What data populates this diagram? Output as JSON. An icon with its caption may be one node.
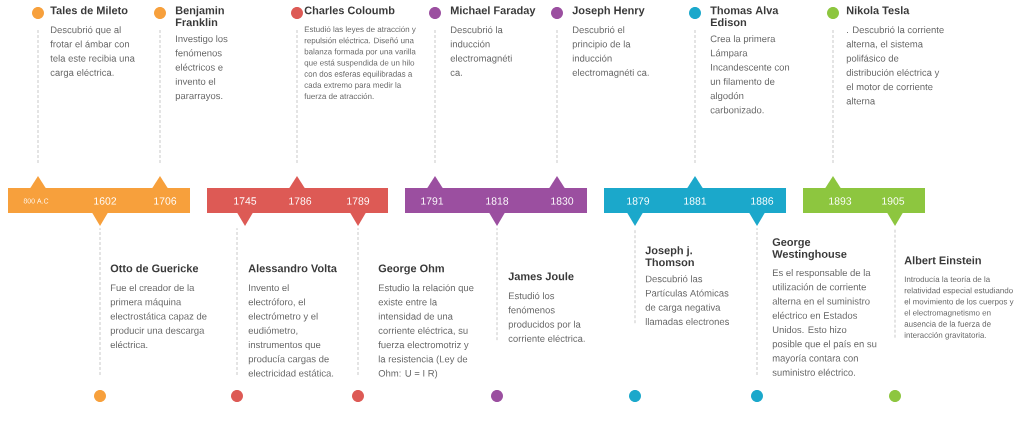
{
  "diagram": {
    "nodes": [
      {
        "text": [
          "Tales de Mileto",
          "Descubrió que al frotar el ámbar con tela este recibia una carga eléctrica."
        ]
      },
      {
        "text": [
          "Benjamin Franklin",
          "Investigo los fenómenos eléctricos e invento el pararrayos."
        ]
      },
      {
        "text": [
          "Charles Coloumb",
          "Estudió las leyes de atracción y repulsión eléctrica. Diseñó una balanza formada por una varilla que está suspendida de un hilo con dos esferas equilibradas a cada extremo para medir la fuerza de atracción."
        ]
      },
      {
        "text": [
          "Michael Faraday",
          "Descubrió la inducción electromagnéti ca."
        ]
      },
      {
        "text": [
          "Joseph Henry",
          "Descubrió el principio de la inducción electromagnéti ca."
        ]
      },
      {
        "text": [
          "Thomas Alva Edison",
          "Crea la primera Lámpara Incandescente con un filamento de algodón carbonizado."
        ]
      },
      {
        "text": [
          "Nikola Tesla",
          ". Descubrió la corriente alterna, el sistema polifásico de distribución eléctrica y el motor de corriente alterna"
        ]
      },
      {
        "text": [
          "800 A.C",
          "1602",
          "1706"
        ]
      },
      {
        "text": [
          "1745",
          "1786",
          "1789"
        ]
      },
      {
        "text": [
          "1791",
          "1818",
          "1830"
        ]
      },
      {
        "text": [
          "1879",
          "1881",
          "1886"
        ]
      },
      {
        "text": [
          "1893",
          "1905"
        ]
      },
      {
        "text": [
          "Otto de Guericke",
          "Fue el creador de la primera máquina electrostática capaz de producir una descarga eléctrica."
        ]
      },
      {
        "text": [
          "Alessandro Volta",
          "Invento el electróforo, el electrómetro y el eudiómetro, instrumentos que producía cargas de electricidad estática."
        ]
      },
      {
        "text": [
          "George Ohm",
          "Estudio la relación que existe entre la intensidad de una corriente eléctrica, su fuerza electromotriz y la resistencia (Ley de Ohm: U = I R)"
        ]
      },
      {
        "text": [
          "James Joule",
          "Estudió los fenómenos producidos por la corriente eléctrica."
        ]
      },
      {
        "text": [
          "Joseph j. Thomson",
          "Descubrió las Partículas Atómicas de carga negativa llamadas electrones"
        ]
      },
      {
        "text": [
          "George Westinghouse",
          "Es el responsable de la utilización de corriente alterna en el suministro eléctrico en Estados Unidos. Esto hizo posible que el país en su mayoría contara con suministro eléctrico."
        ]
      },
      {
        "text": [
          "Albert Einstein",
          "Introducía la teoría de la relatividad especial estudiando el movimiento de los cuerpos y el electromagnetismo en ausencia de la fuerza de interacción gravitatoria."
        ]
      }
    ],
    "edges": [
      {
        "from": 0,
        "to": 7,
        "arrow": "none",
        "style": "dashed"
      },
      {
        "from": 1,
        "to": 7,
        "arrow": "none",
        "style": "dashed"
      },
      {
        "from": 2,
        "to": 8,
        "arrow": "none",
        "style": "dashed"
      },
      {
        "from": 3,
        "to": 9,
        "arrow": "none",
        "style": "dashed"
      },
      {
        "from": 4,
        "to": 9,
        "arrow": "none",
        "style": "dashed"
      },
      {
        "from": 5,
        "to": 10,
        "arrow": "none",
        "style": "dashed"
      },
      {
        "from": 6,
        "to": 11,
        "arrow": "none",
        "style": "dashed"
      },
      {
        "from": 12,
        "to": 7,
        "arrow": "none",
        "style": "dashed"
      },
      {
        "from": 13,
        "to": 8,
        "arrow": "none",
        "style": "dashed"
      },
      {
        "from": 14,
        "to": 8,
        "arrow": "none",
        "style": "dashed"
      },
      {
        "from": 15,
        "to": 9,
        "arrow": "none",
        "style": "dashed"
      },
      {
        "from": 16,
        "to": 10,
        "arrow": "none",
        "style": "dashed"
      },
      {
        "from": 17,
        "to": 10,
        "arrow": "none",
        "style": "dashed"
      },
      {
        "from": 18,
        "to": 11,
        "arrow": "none",
        "style": "dashed"
      }
    ]
  }
}
